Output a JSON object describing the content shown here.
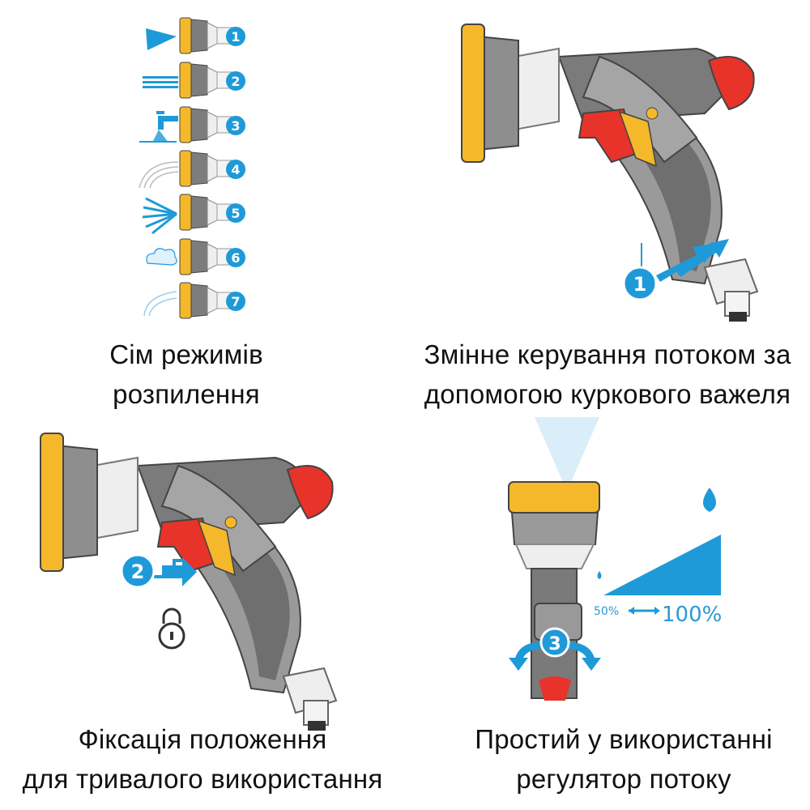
{
  "colors": {
    "accent_blue": "#1f9ad8",
    "yellow": "#f5b82a",
    "gray": "#8a8a8a",
    "red": "#e8332a"
  },
  "panels": [
    {
      "caption_lines": [
        "Сім режимів",
        "розпилення"
      ],
      "modes": [
        "1",
        "2",
        "3",
        "4",
        "5",
        "6",
        "7"
      ],
      "mode_icons": [
        "jet-icon",
        "shower-flat-icon",
        "tap-icon",
        "soaker-arc-icon",
        "fan-icon",
        "mist-cloud-icon",
        "bubbler-icon"
      ]
    },
    {
      "caption_lines": [
        "Змінне керування потоком за",
        "допомогою куркового важеля"
      ],
      "badge": "1"
    },
    {
      "caption_lines": [
        "Фіксація положення",
        "для тривалого використання"
      ],
      "badge": "2"
    },
    {
      "caption_lines": [
        "Простий у використанні",
        "регулятор потоку"
      ],
      "badge": "3",
      "flow_min": "50%",
      "flow_max": "100%"
    }
  ]
}
